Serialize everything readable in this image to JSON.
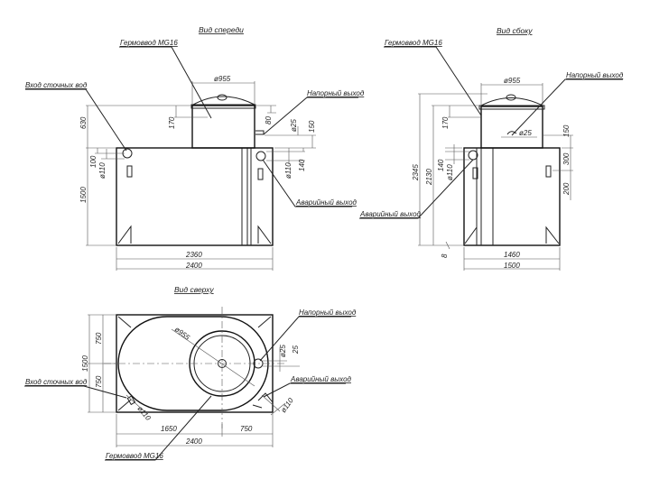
{
  "views": {
    "front": {
      "title": "Вид спереди",
      "labels": {
        "gland": "Гермоввод MG16",
        "inlet": "Вход сточных вод",
        "pressure_outlet": "Напорный выход",
        "emergency_outlet": "Аварийный выход"
      },
      "dims": {
        "neck_dia": "ø955",
        "d630": "630",
        "d1500": "1500",
        "d100": "100",
        "d110": "ø110",
        "d170": "170",
        "d80": "80",
        "d25": "ø25",
        "d150": "150",
        "d110r": "ø110",
        "d140": "140",
        "d2360": "2360",
        "d2400": "2400"
      }
    },
    "side": {
      "title": "Вид сбоку",
      "labels": {
        "gland": "Гермоввод MG16",
        "pressure_outlet": "Напорный выход",
        "emergency_outlet": "Аварийный выход"
      },
      "dims": {
        "neck_dia": "ø955",
        "d25": "ø25",
        "d170": "170",
        "d2345": "2345",
        "d2130": "2130",
        "d140": "140",
        "d110": "ø110",
        "d150": "150",
        "d300": "300",
        "d200": "200",
        "d8": "8",
        "d1460": "1460",
        "d1500": "1500"
      }
    },
    "top": {
      "title": "Вид сверху",
      "labels": {
        "gland": "Гермоввод MG16",
        "inlet": "Вход сточных вод",
        "pressure_outlet": "Напорный выход",
        "emergency_outlet": "Аварийный выход"
      },
      "dims": {
        "neck_dia": "ø955",
        "d750a": "750",
        "d1500": "1500",
        "d750b": "750",
        "d25dia": "ø25",
        "d25": "25",
        "d110r": "ø110",
        "d110l": "ø110",
        "d1650": "1650",
        "d750c": "750",
        "d2400": "2400"
      }
    }
  }
}
